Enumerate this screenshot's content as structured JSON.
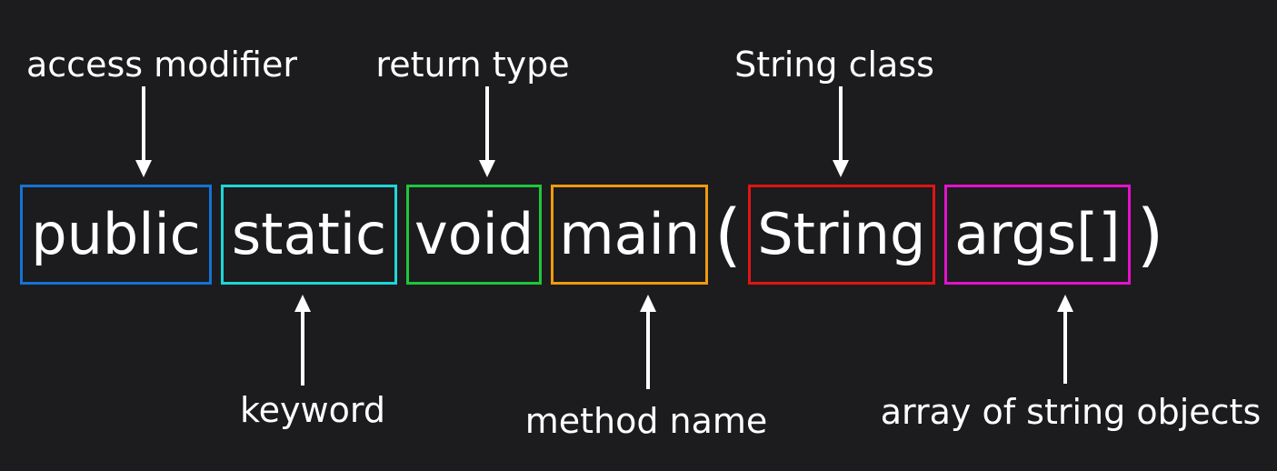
{
  "diagram": {
    "subject": "java-main-method-signature",
    "background_color": "#1c1c1e",
    "text_color": "#ffffff",
    "arrow_color": "#ffffff",
    "code": {
      "full_signature": "public static void main(String args[])",
      "open_paren": "(",
      "close_paren": ")",
      "tokens": [
        {
          "text": "public",
          "box_color": "#1572d6",
          "label": "access modifier",
          "label_position": "top"
        },
        {
          "text": "static",
          "box_color": "#1fd6d6",
          "label": "keyword",
          "label_position": "bottom"
        },
        {
          "text": "void",
          "box_color": "#1dc73a",
          "label": "return type",
          "label_position": "top"
        },
        {
          "text": "main",
          "box_color": "#ef9a0d",
          "label": "method name",
          "label_position": "bottom"
        },
        {
          "text": "String",
          "box_color": "#e01414",
          "label": "String class",
          "label_position": "top"
        },
        {
          "text": "args[]",
          "box_color": "#e412cb",
          "label": "array of string objects",
          "label_position": "bottom"
        }
      ]
    }
  }
}
